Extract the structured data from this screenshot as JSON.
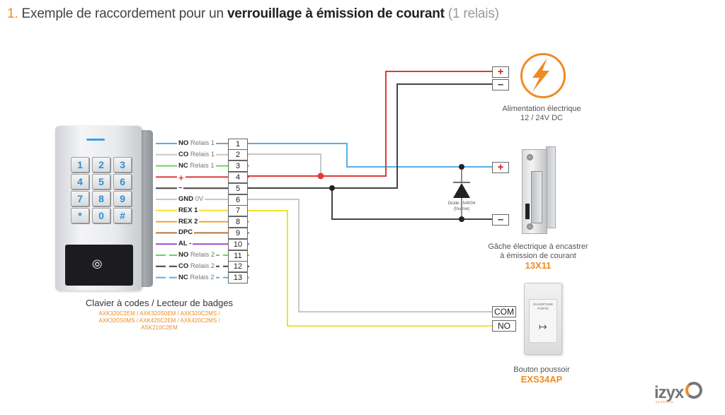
{
  "title": {
    "number": "1.",
    "prefix": "Exemple de raccordement pour un",
    "bold": "verrouillage à émission de courant",
    "suffix": "(1 relais)"
  },
  "keypad": {
    "keys": [
      "1",
      "2",
      "3",
      "4",
      "5",
      "6",
      "7",
      "8",
      "9",
      "*",
      "0",
      "#"
    ],
    "reader_icon": "wifi-icon",
    "caption": "Clavier à codes / Lecteur de badges",
    "models": [
      "AXK320C2EM / AXK320S0EM / AXK320C2MS /",
      "AXK320S0MS / AXK420C2EM / AXK420C2MS /",
      "ASK210C2EM"
    ]
  },
  "terminals": [
    {
      "num": "1",
      "label": "NO",
      "sub": "Relais 1",
      "color": "#5aaee8"
    },
    {
      "num": "2",
      "label": "CO",
      "sub": "Relais 1",
      "color": "#c8c8c8"
    },
    {
      "num": "3",
      "label": "NC",
      "sub": "Relais 1",
      "color": "#6bd35a"
    },
    {
      "num": "4",
      "label": "+",
      "sub": "",
      "color": "#e03a3a"
    },
    {
      "num": "5",
      "label": "–",
      "sub": "",
      "color": "#444444"
    },
    {
      "num": "6",
      "label": "GND",
      "sub": "0V",
      "color": "#c8c8c8"
    },
    {
      "num": "7",
      "label": "REX 1",
      "sub": "",
      "color": "#f5e030"
    },
    {
      "num": "8",
      "label": "REX 2",
      "sub": "",
      "color": "#f0a040"
    },
    {
      "num": "9",
      "label": "DPC",
      "sub": "",
      "color": "#b87840"
    },
    {
      "num": "10",
      "label": "AL -",
      "sub": "",
      "color": "#9b4fc9"
    },
    {
      "num": "11",
      "label": "NO",
      "sub": "Relais 2",
      "color": "#6bd35a"
    },
    {
      "num": "12",
      "label": "CO",
      "sub": "Relais 2",
      "color": "#444444"
    },
    {
      "num": "13",
      "label": "NC",
      "sub": "Relais 2",
      "color": "#5aaee8"
    }
  ],
  "power": {
    "plus": "+",
    "minus": "–",
    "caption_line1": "Alimentation électrique",
    "caption_line2": "12 / 24V DC",
    "icon": "lightning-icon"
  },
  "strike": {
    "plus": "+",
    "minus": "–",
    "diode_line1": "Diode 1N4004",
    "diode_line2": "(fournie)",
    "caption_line1": "Gâche électrique à encastrer",
    "caption_line2": "à émission de courant",
    "model": "13X11"
  },
  "button": {
    "com": "COM",
    "no": "NO",
    "face_text": "OUVERTURE PORTE",
    "caption": "Bouton poussoir",
    "model": "EXS34AP"
  },
  "logo": {
    "text": "izyx",
    "sub": "systems"
  },
  "colors": {
    "accent": "#f08a24",
    "red": "#e03a3a",
    "blue": "#5aaee8",
    "black": "#444444",
    "grey": "#c8c8c8",
    "yellow": "#f5e030"
  }
}
